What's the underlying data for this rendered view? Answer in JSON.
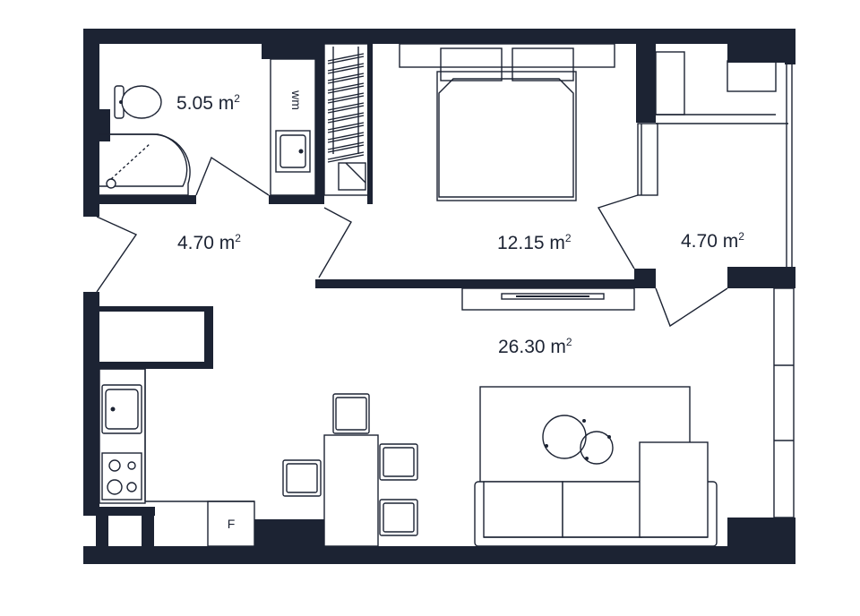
{
  "rooms": {
    "bathroom": {
      "area": "5.05 m",
      "unit_sup": "2"
    },
    "hallway": {
      "area": "4.70 m",
      "unit_sup": "2"
    },
    "bedroom": {
      "area": "12.15 m",
      "unit_sup": "2"
    },
    "balcony": {
      "area": "4.70 m",
      "unit_sup": "2"
    },
    "living": {
      "area": "26.30 m",
      "unit_sup": "2"
    }
  },
  "labels": {
    "washing_machine": "wm",
    "fridge": "F"
  },
  "colors": {
    "wall": "#1c2333",
    "background": "#ffffff"
  },
  "icons": [
    "toilet-icon",
    "shower-icon",
    "washing-machine-icon",
    "bathroom-sink-icon",
    "bed-icon",
    "kitchen-sink-icon",
    "stove-icon",
    "dining-table-icon",
    "chair-icon",
    "sofa-icon",
    "coffee-table-icon",
    "tv-stand-icon",
    "wardrobe-icon",
    "fridge-icon"
  ]
}
